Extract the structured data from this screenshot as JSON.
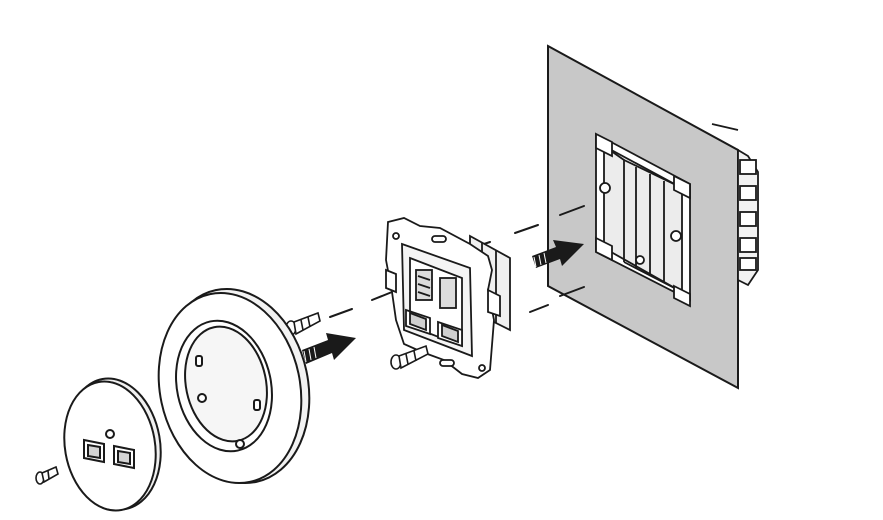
{
  "diagram": {
    "kind": "exploded-assembly",
    "parts": [
      {
        "id": "cover-screw",
        "label": ""
      },
      {
        "id": "usb-cover-plate",
        "label": ""
      },
      {
        "id": "frame-ring",
        "label": ""
      },
      {
        "id": "mounting-screws",
        "label": ""
      },
      {
        "id": "usb-insert-module",
        "label": ""
      },
      {
        "id": "wall-panel",
        "label": ""
      },
      {
        "id": "flush-box",
        "label": ""
      }
    ],
    "arrows": 2,
    "colors": {
      "line": "#1a1a1a",
      "wall": "#c8c8c8",
      "part_fill": "#ffffff",
      "shade": "#e6e6e6"
    }
  }
}
